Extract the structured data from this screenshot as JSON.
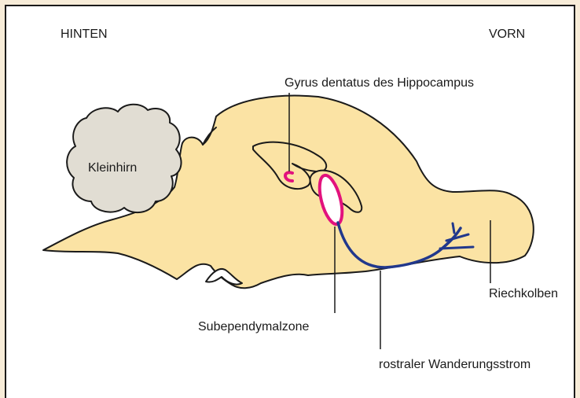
{
  "orientation": {
    "back_label": "HINTEN",
    "front_label": "VORN"
  },
  "structures": {
    "cerebellum": "Kleinhirn",
    "dentate_gyrus": "Gyrus dentatus des Hippocampus",
    "subependymal_zone": "Subependymalzone",
    "rostral_migratory_stream": "rostraler Wanderungsstrom",
    "olfactory_bulb": "Riechkolben"
  },
  "colors": {
    "page_background": "#f7ecd8",
    "brain_fill": "#fbe3a4",
    "cerebellum_fill": "#e1ddd3",
    "neurogenic_zone": "#e2127d",
    "migratory_stream": "#21388c",
    "outline": "#1a1a1a"
  }
}
